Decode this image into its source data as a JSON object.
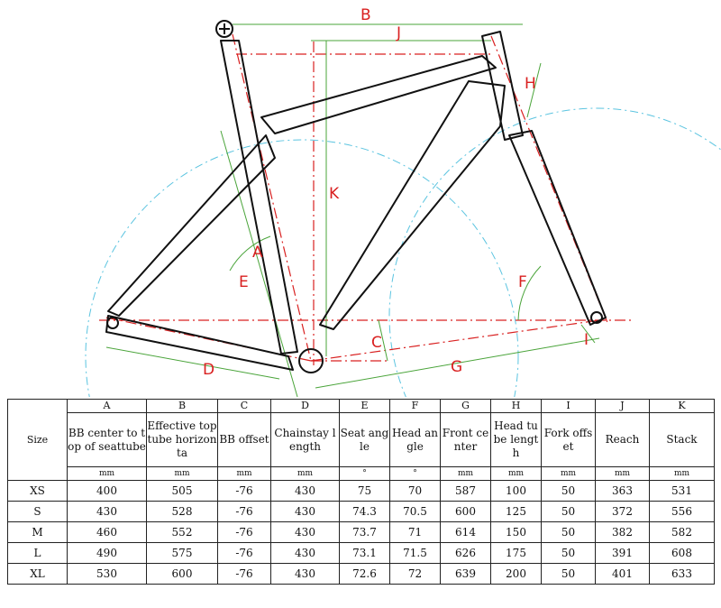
{
  "diagram": {
    "dimension_labels": [
      "A",
      "B",
      "C",
      "D",
      "E",
      "F",
      "G",
      "H",
      "I",
      "J",
      "K"
    ]
  },
  "table": {
    "size_header": "Size",
    "columns": [
      {
        "letter": "A",
        "name": "BB center to top of seattube",
        "unit": "mm"
      },
      {
        "letter": "B",
        "name": "Effective top tube horizonta",
        "unit": "mm"
      },
      {
        "letter": "C",
        "name": "BB offset",
        "unit": "mm"
      },
      {
        "letter": "D",
        "name": "Chainstay length",
        "unit": "mm"
      },
      {
        "letter": "E",
        "name": "Seat angle",
        "unit": "°"
      },
      {
        "letter": "F",
        "name": "Head angle",
        "unit": "°"
      },
      {
        "letter": "G",
        "name": "Front center",
        "unit": "mm"
      },
      {
        "letter": "H",
        "name": "Head tube length",
        "unit": "mm"
      },
      {
        "letter": "I",
        "name": "Fork offset",
        "unit": "mm"
      },
      {
        "letter": "J",
        "name": "Reach",
        "unit": "mm"
      },
      {
        "letter": "K",
        "name": "Stack",
        "unit": "mm"
      }
    ],
    "rows": [
      {
        "size": "XS",
        "values": [
          "400",
          "505",
          "-76",
          "430",
          "75",
          "70",
          "587",
          "100",
          "50",
          "363",
          "531"
        ]
      },
      {
        "size": "S",
        "values": [
          "430",
          "528",
          "-76",
          "430",
          "74.3",
          "70.5",
          "600",
          "125",
          "50",
          "372",
          "556"
        ]
      },
      {
        "size": "M",
        "values": [
          "460",
          "552",
          "-76",
          "430",
          "73.7",
          "71",
          "614",
          "150",
          "50",
          "382",
          "582"
        ]
      },
      {
        "size": "L",
        "values": [
          "490",
          "575",
          "-76",
          "430",
          "73.1",
          "71.5",
          "626",
          "175",
          "50",
          "391",
          "608"
        ]
      },
      {
        "size": "XL",
        "values": [
          "530",
          "600",
          "-76",
          "430",
          "72.6",
          "72",
          "639",
          "200",
          "50",
          "401",
          "633"
        ]
      }
    ]
  }
}
